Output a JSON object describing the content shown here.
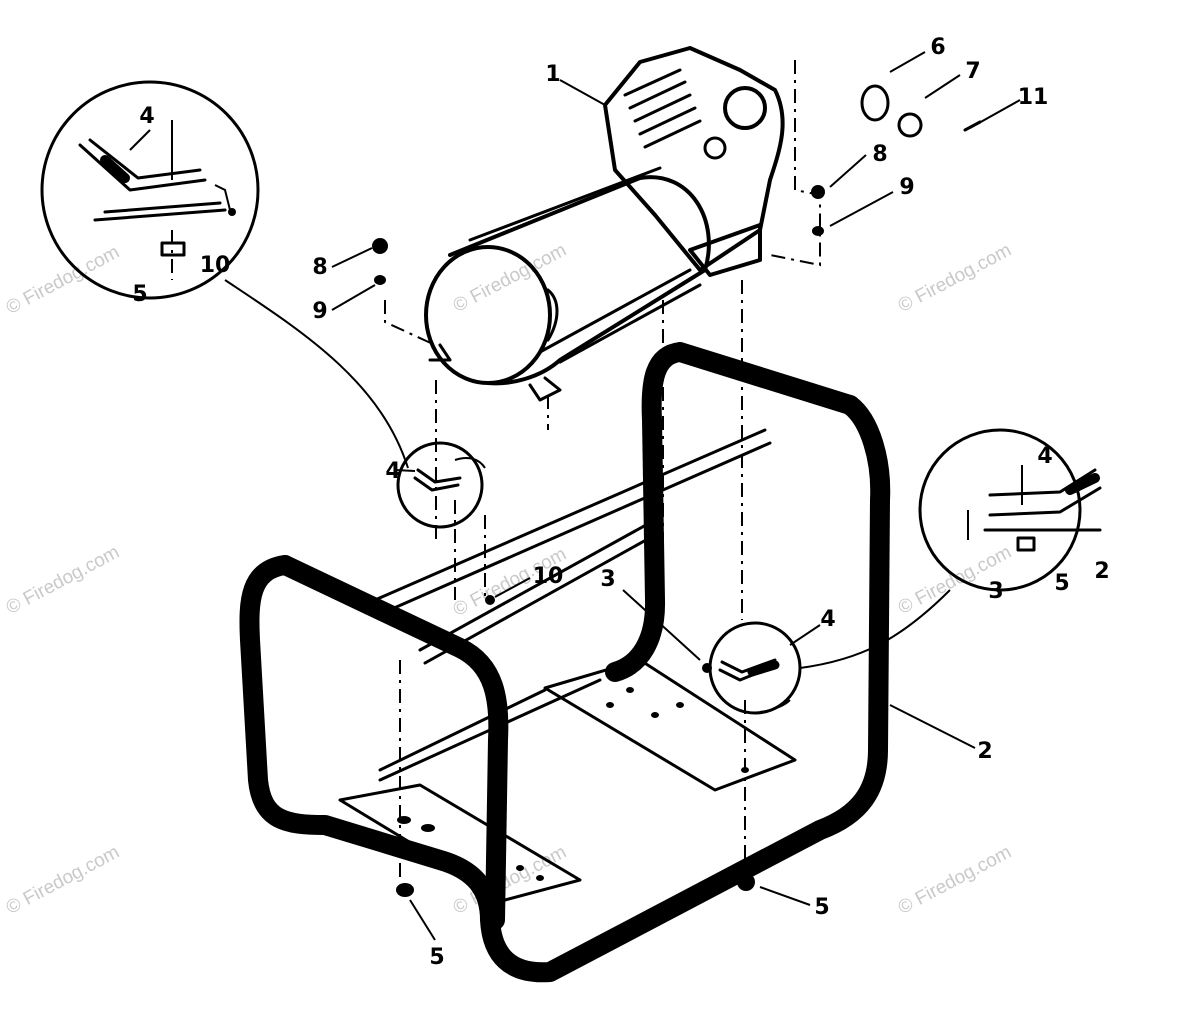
{
  "watermark": "© Firedog.com",
  "callouts": {
    "engine": "1",
    "frame": "2",
    "bolt_3": "3",
    "bracket": "4",
    "nut": "5",
    "bolt_6": "6",
    "grommet": "7",
    "nut_8": "8",
    "washer_9": "9",
    "washer_10": "10",
    "screw_11": "11"
  }
}
